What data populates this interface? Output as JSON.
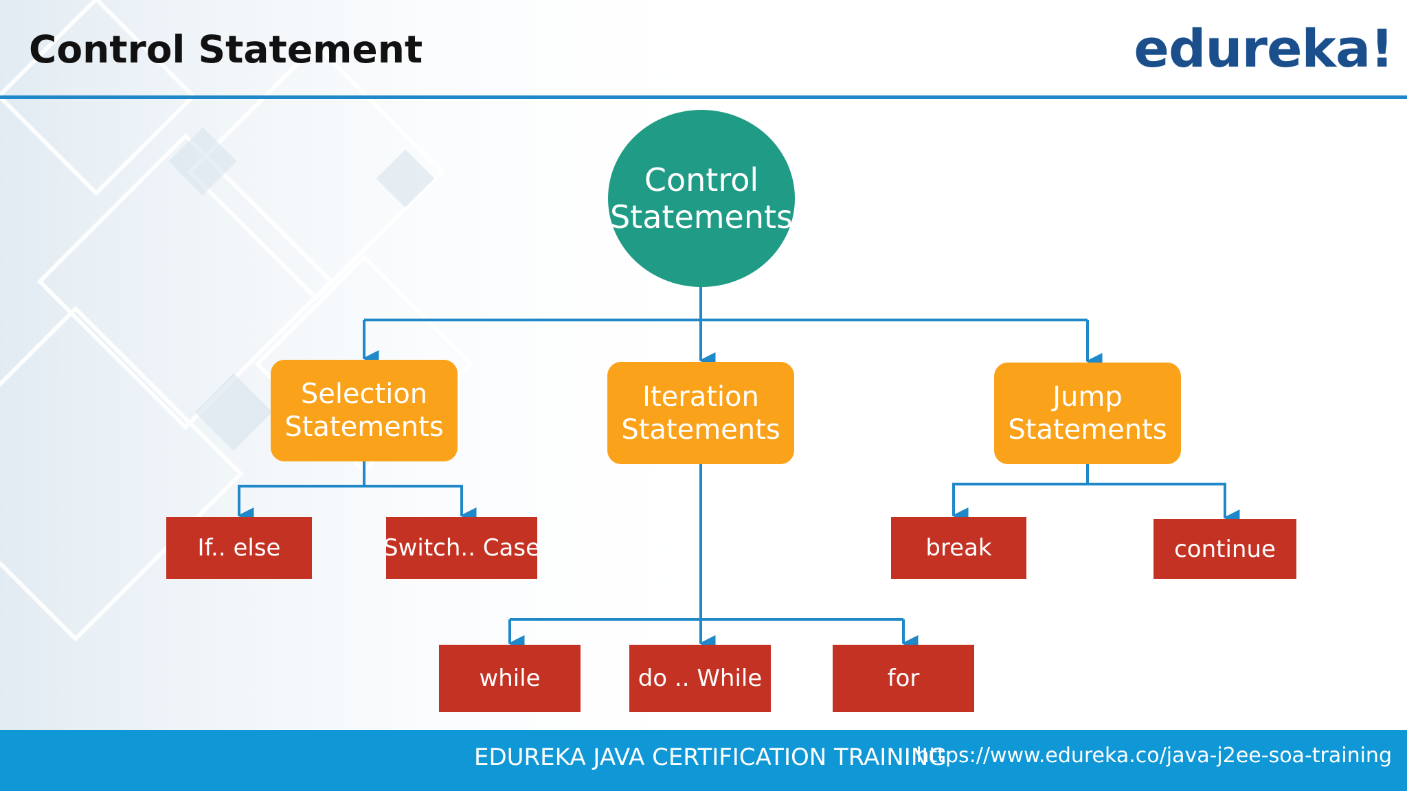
{
  "slide": {
    "title": "Control Statement",
    "logo": "edureka!"
  },
  "diagram": {
    "root": "Control\nStatements",
    "categories": [
      "Selection\nStatements",
      "Iteration\nStatements",
      "Jump\nStatements"
    ],
    "selection_items": [
      "If.. else",
      "Switch.. Case"
    ],
    "iteration_items": [
      "while",
      "do .. While",
      "for"
    ],
    "jump_items": [
      "break",
      "continue"
    ]
  },
  "footer": {
    "course": "EDUREKA JAVA CERTIFICATION TRAINING",
    "url": "https://www.edureka.co/java-j2ee-soa-training"
  },
  "colors": {
    "root": "#209c86",
    "category": "#fba21b",
    "leaf": "#c43224",
    "connector": "#1e88c8",
    "footer": "#0f97d6",
    "logo": "#1b4f8c"
  }
}
